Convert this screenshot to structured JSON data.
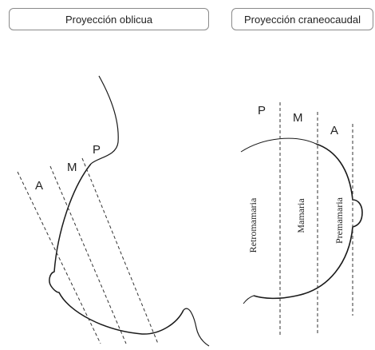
{
  "labels": {
    "oblique": "Proyección oblicua",
    "craniocaudal": "Proyección craneocaudal"
  },
  "oblique": {
    "zones": {
      "a": "A",
      "m": "M",
      "p": "P"
    }
  },
  "craniocaudal": {
    "zones": {
      "p": "P",
      "m": "M",
      "a": "A"
    },
    "regions": {
      "retro": "Retromamaria",
      "mamaria": "Mamaria",
      "pre": "Premamaria"
    }
  },
  "colors": {
    "line": "#1a1a1a",
    "dash": "#333333",
    "box_border": "#8a8a8a"
  }
}
